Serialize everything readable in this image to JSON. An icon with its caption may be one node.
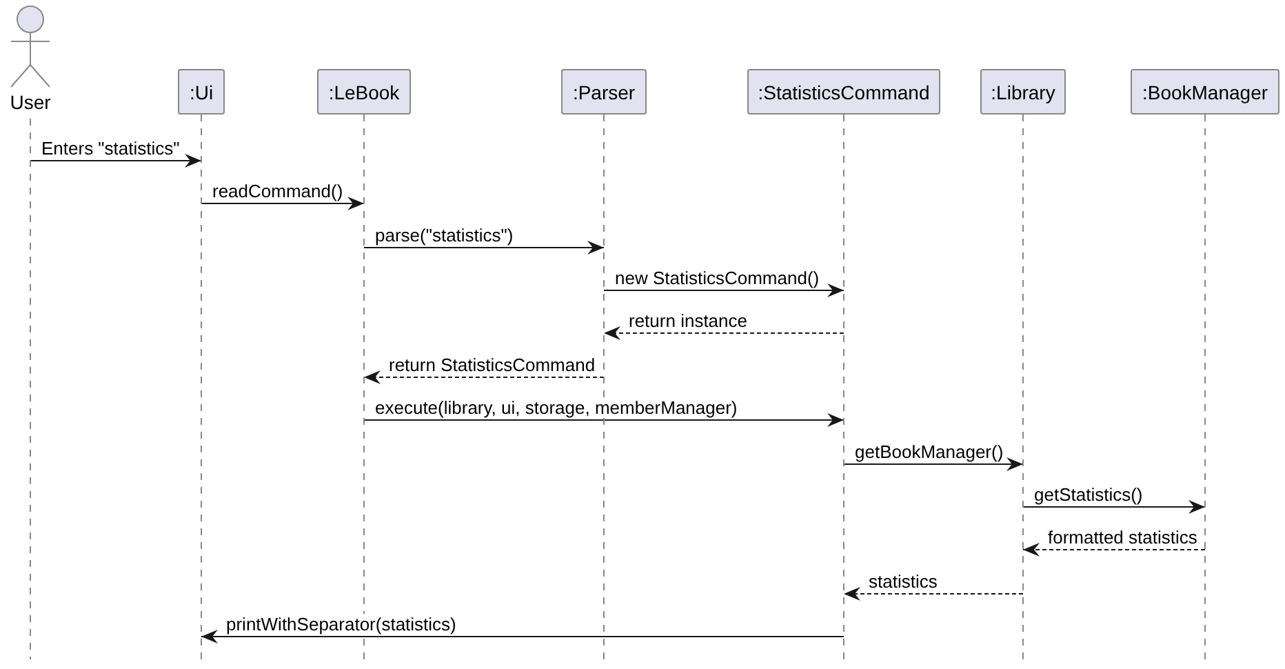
{
  "diagram": {
    "nodes": [
      {
        "text": [
          "User"
        ]
      },
      {
        "text": [
          ":Ui"
        ]
      },
      {
        "text": [
          ":LeBook"
        ]
      },
      {
        "text": [
          ":Parser"
        ]
      },
      {
        "text": [
          ":StatisticsCommand"
        ]
      },
      {
        "text": [
          ":Library"
        ]
      },
      {
        "text": [
          ":BookManager"
        ]
      }
    ],
    "edges": [
      {
        "from": 0,
        "to": 1,
        "arrow": "to",
        "label": "Enters \"statistics\""
      },
      {
        "from": 1,
        "to": 2,
        "arrow": "to",
        "label": "readCommand()"
      },
      {
        "from": 2,
        "to": 3,
        "arrow": "to",
        "label": "parse(\"statistics\")"
      },
      {
        "from": 3,
        "to": 4,
        "arrow": "to",
        "label": "new StatisticsCommand()"
      },
      {
        "from": 4,
        "to": 3,
        "arrow": "to",
        "label": "return instance",
        "style": "dashed"
      },
      {
        "from": 3,
        "to": 2,
        "arrow": "to",
        "label": "return StatisticsCommand",
        "style": "dashed"
      },
      {
        "from": 2,
        "to": 4,
        "arrow": "to",
        "label": "execute(library, ui, storage, memberManager)"
      },
      {
        "from": 4,
        "to": 5,
        "arrow": "to",
        "label": "getBookManager()"
      },
      {
        "from": 5,
        "to": 6,
        "arrow": "to",
        "label": "getStatistics()"
      },
      {
        "from": 6,
        "to": 5,
        "arrow": "to",
        "label": "formatted statistics",
        "style": "dashed"
      },
      {
        "from": 5,
        "to": 4,
        "arrow": "to",
        "label": "statistics",
        "style": "dashed"
      },
      {
        "from": 4,
        "to": 1,
        "arrow": "to",
        "label": "printWithSeparator(statistics)"
      }
    ]
  }
}
